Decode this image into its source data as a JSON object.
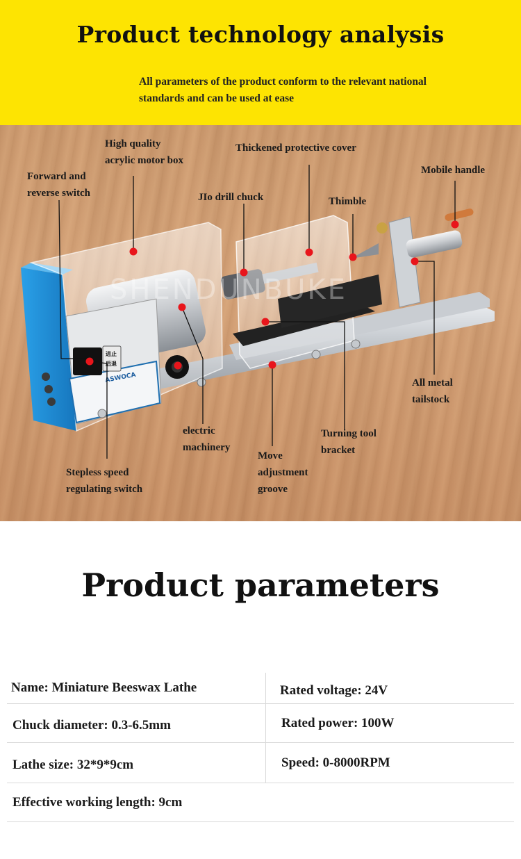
{
  "header": {
    "title": "Product technology analysis",
    "subtitle": "All parameters of the product conform to the relevant national standards and can be used at ease"
  },
  "photo": {
    "watermark": "SHENDUNBUKE",
    "panel_label": "ASWOCA",
    "rocker_text": "进 止\n后 退",
    "callouts": {
      "forward_reverse": "Forward and\nreverse switch",
      "motor_box": "High quality\nacrylic motor box",
      "protective_cover": "Thickened protective cover",
      "drill_chuck": "JIo drill chuck",
      "thimble": "Thimble",
      "mobile_handle": "Mobile handle",
      "tailstock": "All metal\ntailstock",
      "tool_bracket": "Turning tool\nbracket",
      "adjust_groove": "Move\nadjustment\ngroove",
      "electric_machinery": "electric\nmachinery",
      "speed_switch": "Stepless speed\nregulating switch"
    },
    "colors": {
      "dot": "#e8151b",
      "case_blue": "#1f8fd6",
      "banner_yellow": "#fde402"
    }
  },
  "params": {
    "title": "Product parameters",
    "rows": [
      {
        "left": "Name: Miniature Beeswax Lathe",
        "right": "Rated voltage: 24V"
      },
      {
        "left": "Chuck diameter: 0.3-6.5mm",
        "right": "Rated power: 100W"
      },
      {
        "left": "Lathe size: 32*9*9cm",
        "right": "Speed: 0-8000RPM"
      },
      {
        "left": "Effective working length: 9cm",
        "right": ""
      }
    ]
  }
}
